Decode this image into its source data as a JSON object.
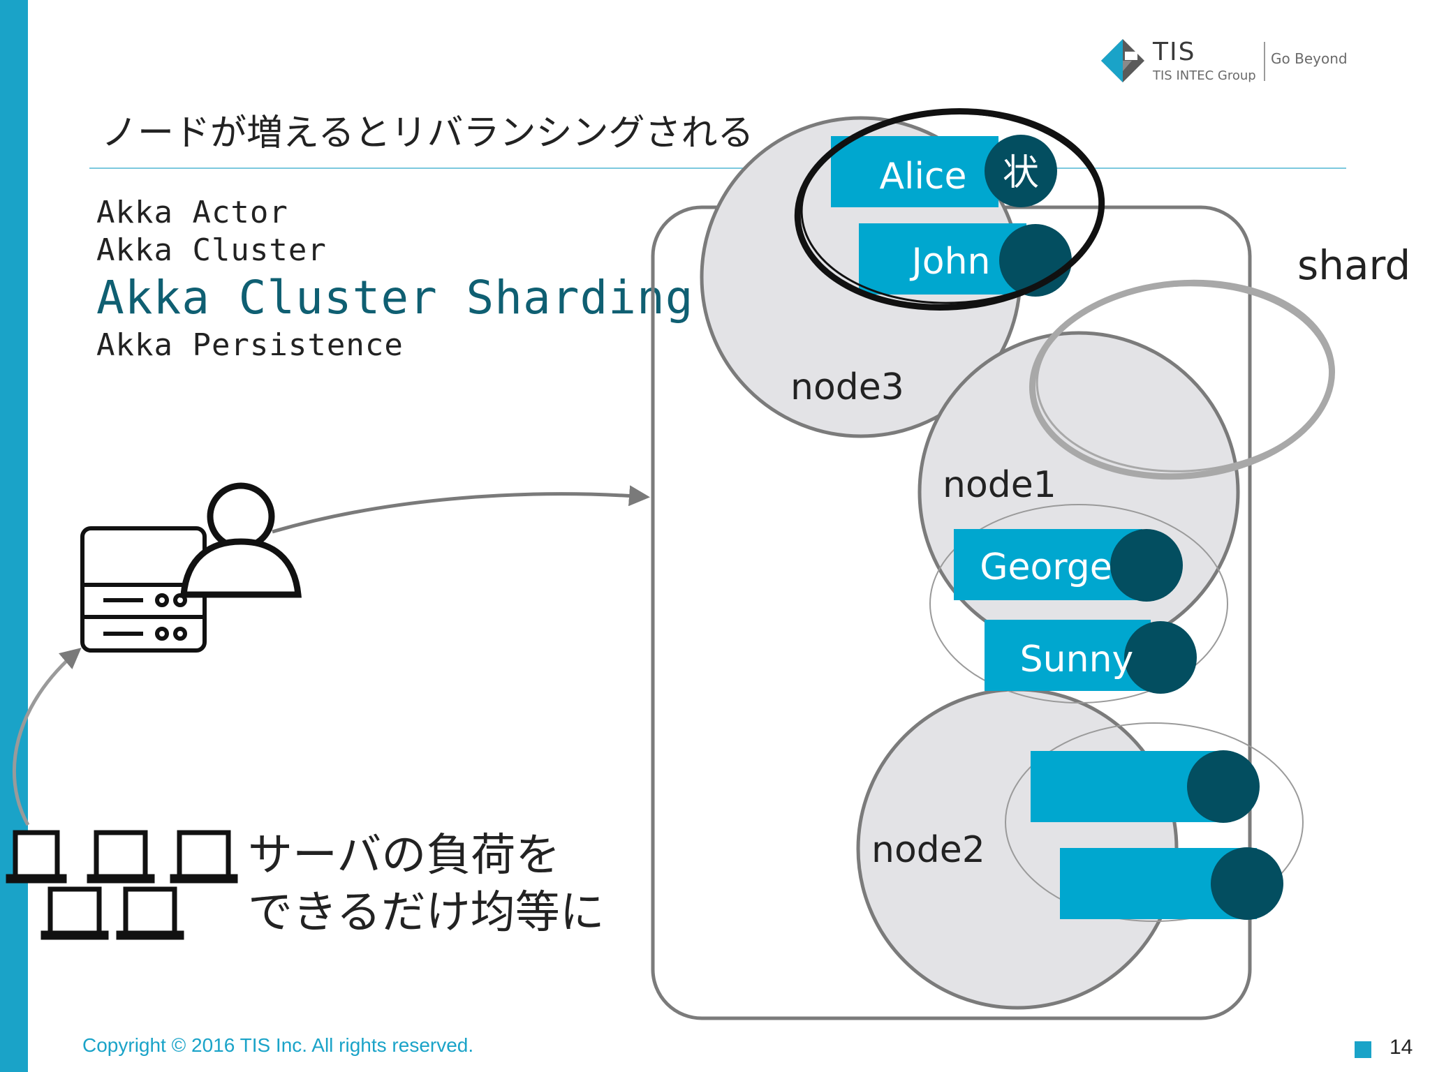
{
  "logo": {
    "name": "TIS",
    "group": "TIS INTEC Group",
    "tagline": "Go Beyond"
  },
  "slide": {
    "title": "ノードが増えるとリバランシングされる",
    "page_number": "14",
    "copyright": "Copyright © 2016 TIS Inc. All rights reserved."
  },
  "stack": [
    {
      "label": "Akka Actor",
      "highlight": false
    },
    {
      "label": "Akka Cluster",
      "highlight": false
    },
    {
      "label": "Akka Cluster Sharding",
      "highlight": true
    },
    {
      "label": "Akka Persistence",
      "highlight": false
    }
  ],
  "client": {
    "caption_line1": "サーバの負荷を",
    "caption_line2": "できるだけ均等に"
  },
  "cluster": {
    "nodes": [
      {
        "name": "node3"
      },
      {
        "name": "node1"
      },
      {
        "name": "node2"
      }
    ],
    "actors": [
      {
        "name": "Alice",
        "state_label": "状"
      },
      {
        "name": "John",
        "state_label": ""
      },
      {
        "name": "George",
        "state_label": ""
      },
      {
        "name": "Sunny",
        "state_label": ""
      },
      {
        "name": "",
        "state_label": ""
      },
      {
        "name": "",
        "state_label": ""
      }
    ],
    "shard_label": "shard"
  },
  "colors": {
    "accent": "#1aa3c8",
    "actor_bar": "#00a7cf",
    "actor_state": "#034e60",
    "node_fill": "#e3e3e6",
    "node_stroke": "#7b7b7b",
    "highlight_text": "#0f5f72"
  },
  "icons": [
    "server-icon",
    "person-icon",
    "laptop-icon"
  ]
}
